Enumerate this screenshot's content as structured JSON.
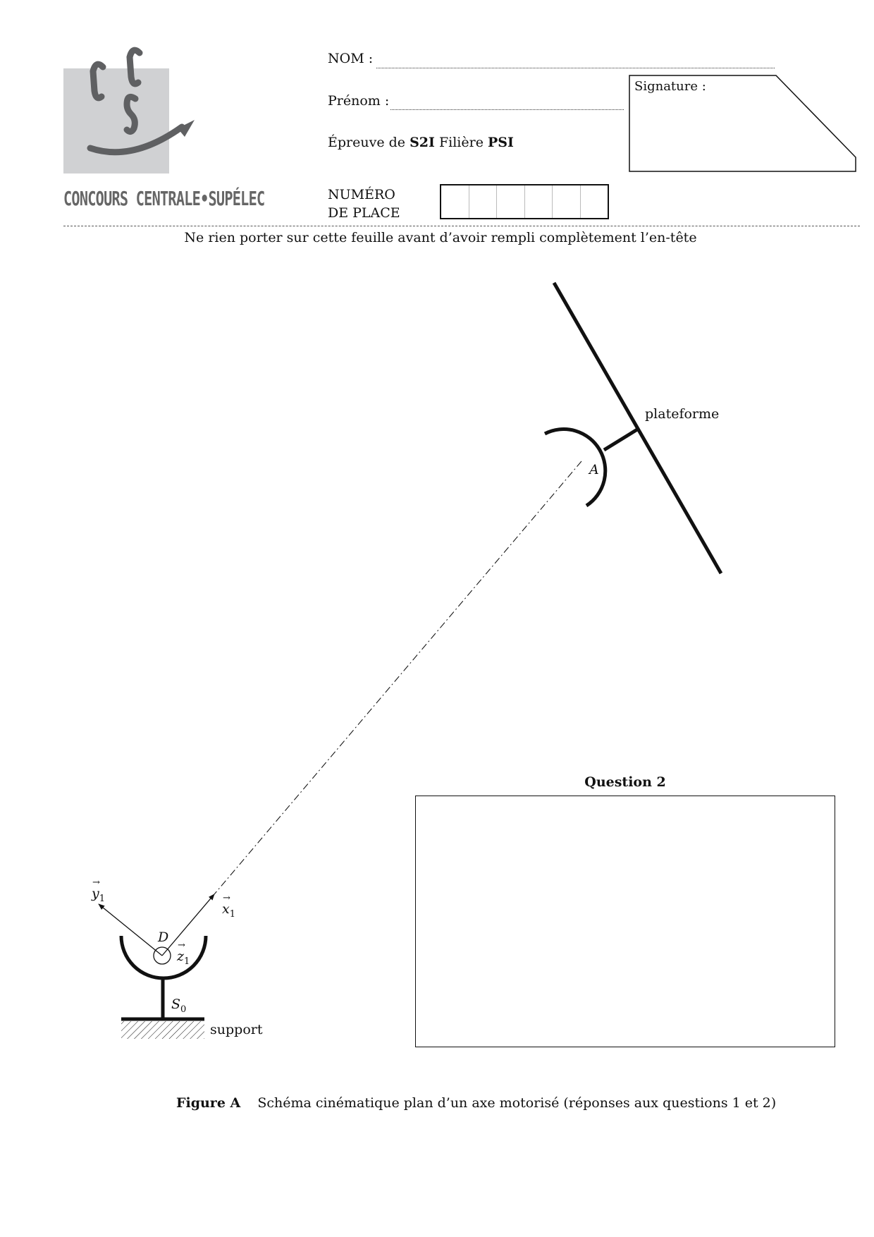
{
  "header": {
    "logo_letters": "CCS",
    "brand_name": "CONCOURS CENTRALE•SUPÉLEC",
    "nom_label": "NOM :",
    "prenom_label": "Prénom :",
    "epreuve_prefix": "Épreuve de",
    "epreuve_subject": "S2I",
    "filiere_label": "Filière",
    "filiere_value": "PSI",
    "signature_label": "Signature :",
    "numero_line1": "NUMÉRO",
    "numero_line2": "DE PLACE",
    "numero_cells": 6,
    "notice": "Ne rien porter sur cette feuille avant d’avoir rempli complètement l’en-tête"
  },
  "figure": {
    "plateforme_label": "plateforme",
    "point_A": "A",
    "point_D": "D",
    "y1_label": "y",
    "y1_sub": "1",
    "x1_label": "x",
    "x1_sub": "1",
    "z1_label": "z",
    "z1_sub": "1",
    "s0_label": "S",
    "s0_sub": "0",
    "support_label": "support",
    "question_title": "Question 2",
    "caption_label": "Figure A",
    "caption_text": "Schéma cinématique plan d’un axe motorisé (réponses aux questions 1 et 2)"
  },
  "colors": {
    "logo_gray": "#d0d1d3",
    "logo_ink": "#5f6062"
  }
}
